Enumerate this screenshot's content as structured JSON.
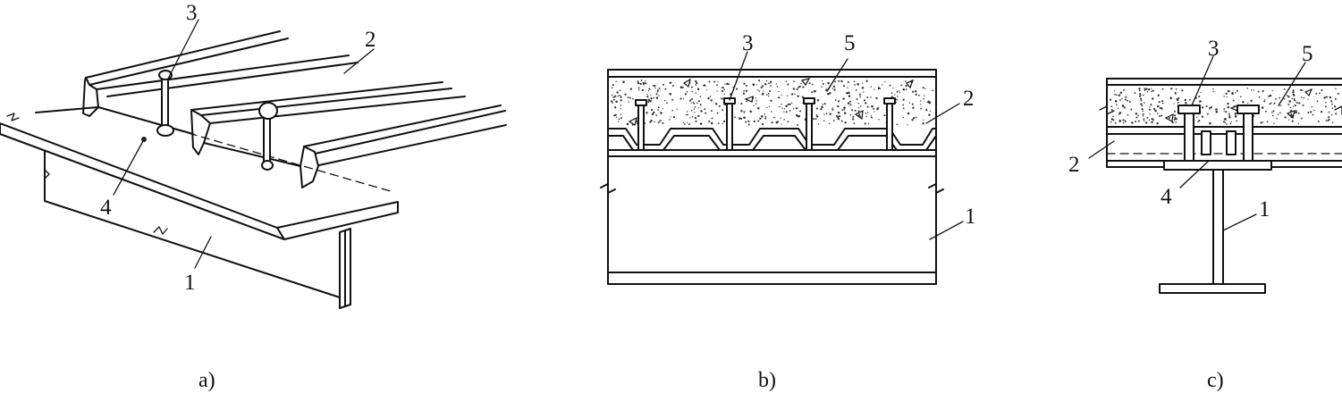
{
  "panels": [
    {
      "caption": "a)",
      "labels": {
        "beam": "1",
        "deck": "2",
        "stud": "3",
        "weld": "4"
      }
    },
    {
      "caption": "b)",
      "labels": {
        "beam": "1",
        "deck": "2",
        "stud": "3",
        "concrete": "5"
      }
    },
    {
      "caption": "c)",
      "labels": {
        "beam": "1",
        "deck": "2",
        "stud": "3",
        "weld": "4",
        "concrete": "5"
      }
    }
  ]
}
